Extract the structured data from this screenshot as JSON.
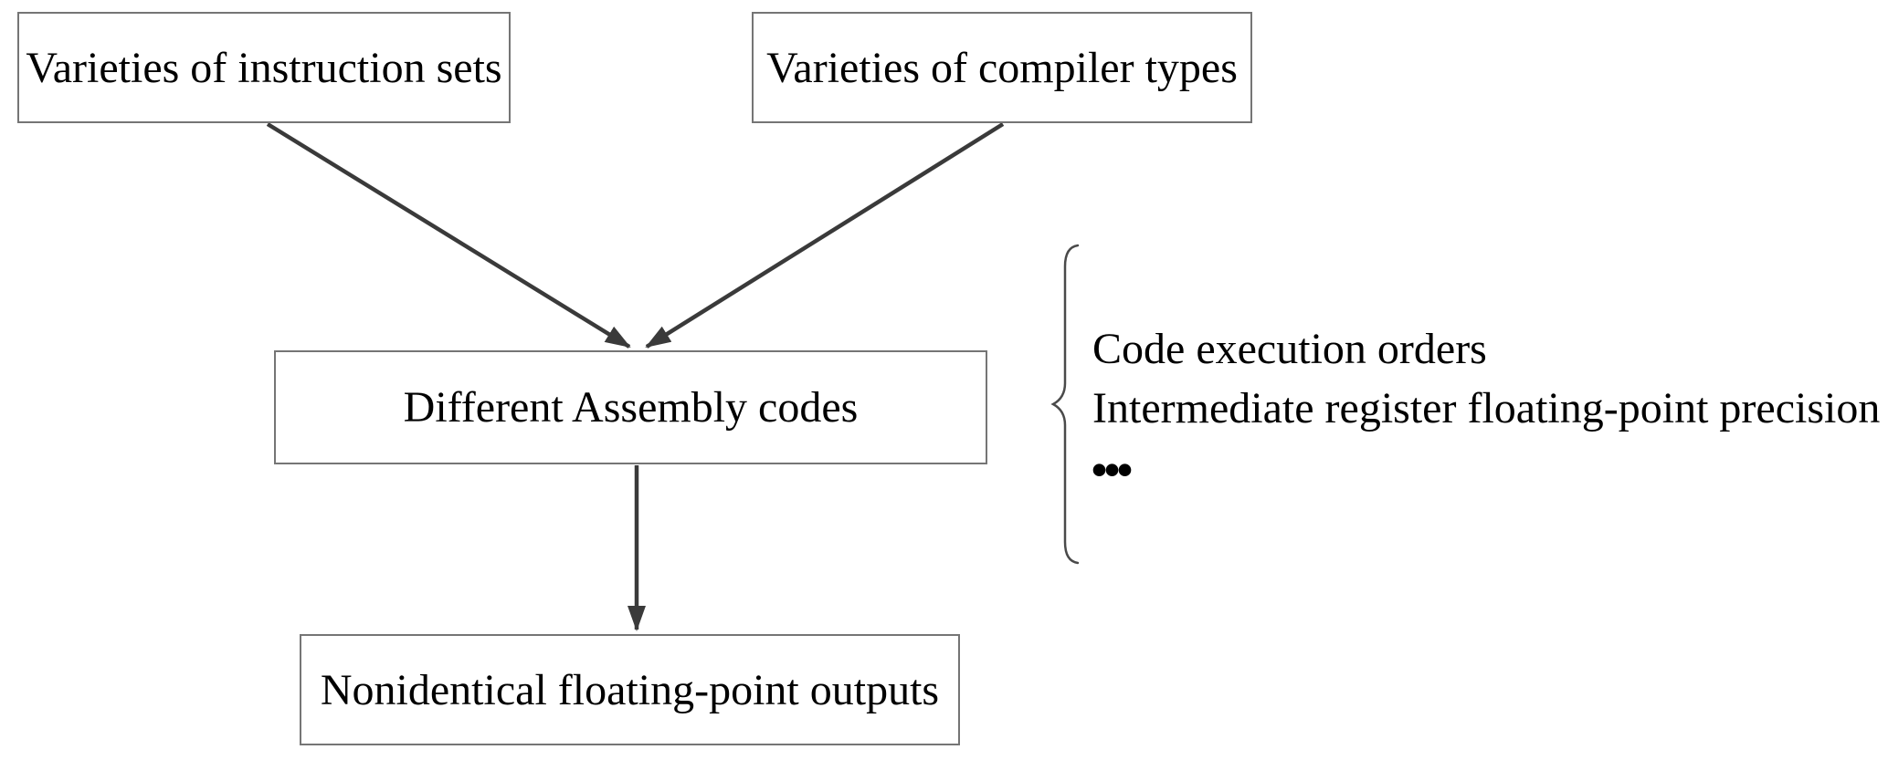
{
  "figure": {
    "background": "#ffffff",
    "nodes": [
      {
        "id": "instruction-sets",
        "label": "Varieties of instruction sets"
      },
      {
        "id": "compiler-types",
        "label": "Varieties of compiler types"
      },
      {
        "id": "assembly-codes",
        "label": "Different Assembly codes"
      },
      {
        "id": "fp-outputs",
        "label": "Nonidentical floating-point outputs"
      }
    ],
    "edges": [
      {
        "from": "instruction-sets",
        "to": "assembly-codes"
      },
      {
        "from": "compiler-types",
        "to": "assembly-codes"
      },
      {
        "from": "assembly-codes",
        "to": "fp-outputs"
      }
    ],
    "brace_annotation": {
      "items": [
        "Code execution orders",
        "Intermediate register floating-point precision",
        "..."
      ]
    },
    "colors": {
      "arrow": "#3a3a3a",
      "box_border": "#757575",
      "brace": "#4a4a4a",
      "text": "#000000"
    }
  }
}
